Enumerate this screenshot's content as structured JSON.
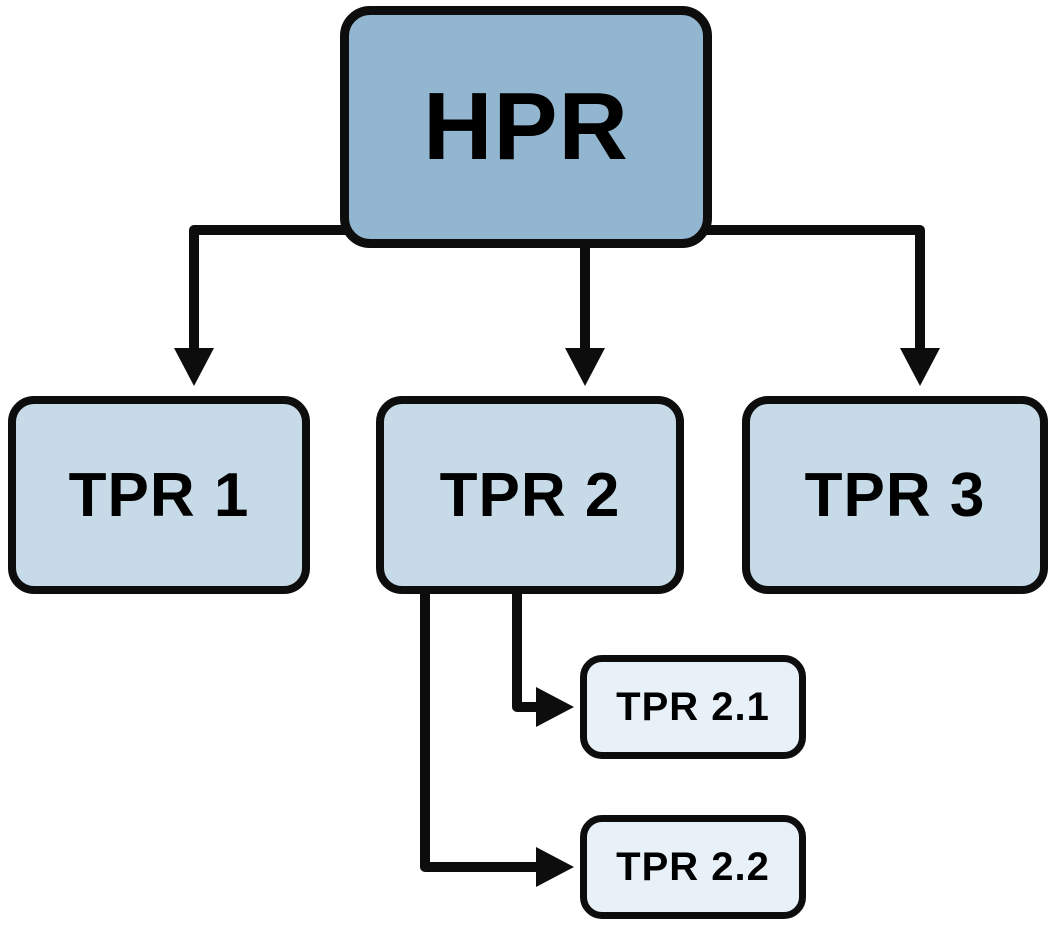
{
  "diagram": {
    "type": "hierarchy",
    "nodes": {
      "hpr": {
        "label": "HPR",
        "level": 0
      },
      "tpr1": {
        "label": "TPR 1",
        "level": 1
      },
      "tpr2": {
        "label": "TPR 2",
        "level": 1
      },
      "tpr3": {
        "label": "TPR 3",
        "level": 1
      },
      "tpr2_1": {
        "label": "TPR 2.1",
        "level": 2
      },
      "tpr2_2": {
        "label": "TPR 2.2",
        "level": 2
      }
    },
    "edges": [
      {
        "from": "HPR",
        "to": "TPR 1"
      },
      {
        "from": "HPR",
        "to": "TPR 2"
      },
      {
        "from": "HPR",
        "to": "TPR 3"
      },
      {
        "from": "TPR 2",
        "to": "TPR 2.1"
      },
      {
        "from": "TPR 2",
        "to": "TPR 2.2"
      }
    ],
    "colors": {
      "root_fill": "#92B6CF",
      "level1_fill": "#C6DAE8",
      "level2_fill": "#E9F1F8",
      "line": "#0D0D0D",
      "background": "#FFFFFF"
    }
  }
}
